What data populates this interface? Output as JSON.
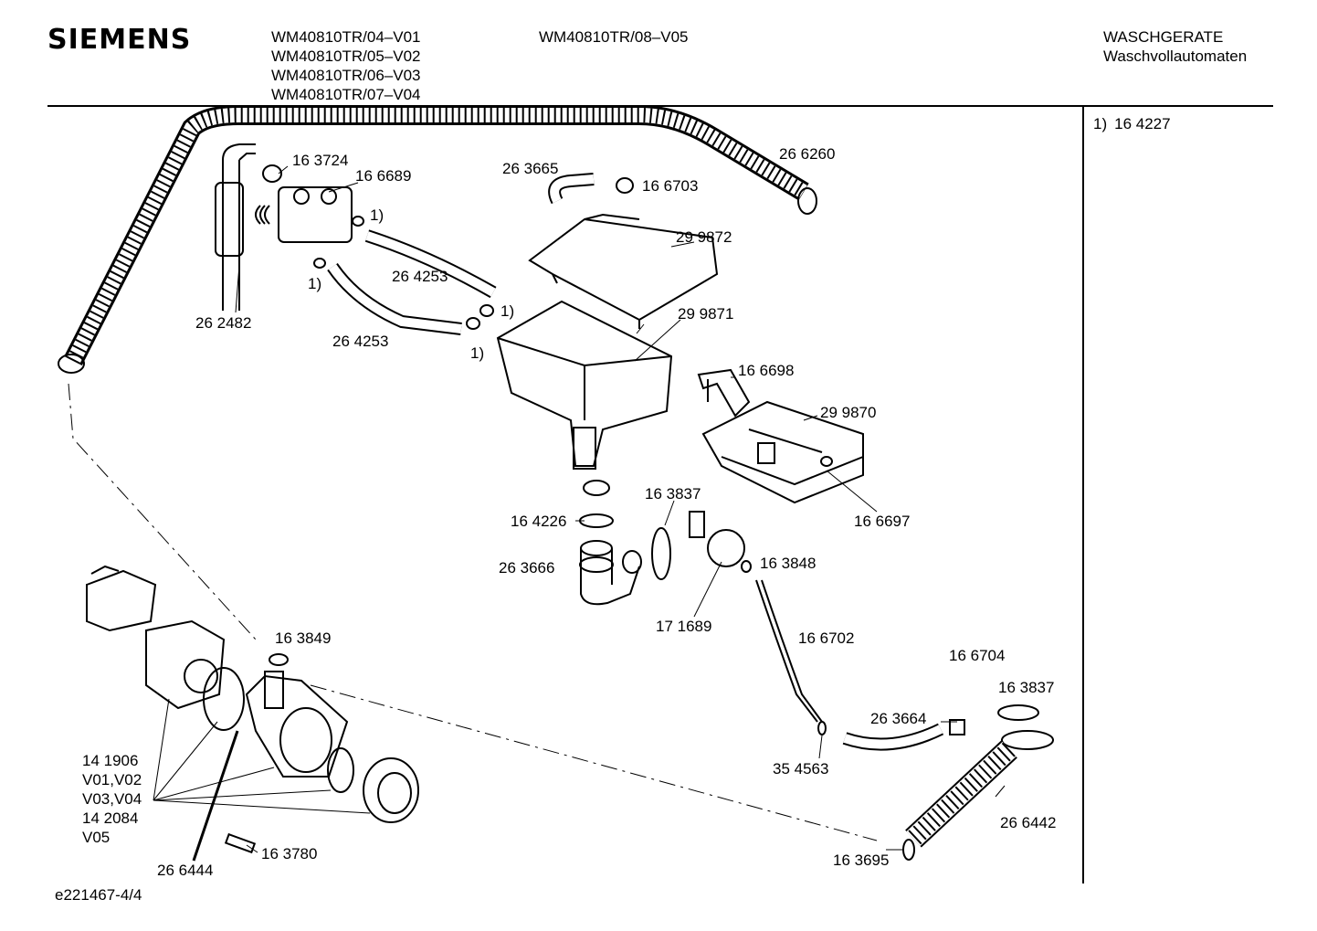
{
  "header": {
    "brand": "SIEMENS",
    "models_left": [
      "WM40810TR/04–V01",
      "WM40810TR/05–V02",
      "WM40810TR/06–V03",
      "WM40810TR/07–V04"
    ],
    "models_right": [
      "WM40810TR/08–V05"
    ],
    "category_line1": "WASCHGERATE",
    "category_line2": "Waschvollautomaten"
  },
  "notes": {
    "marker": "1)",
    "part": "16 4227"
  },
  "labels": {
    "p163724": "16 3724",
    "p166689": "16 6689",
    "p263665": "26 3665",
    "p166703": "16 6703",
    "p266260": "26 6260",
    "p299872": "29 9872",
    "p264253a": "26 4253",
    "p264253b": "26 4253",
    "p262482": "26 2482",
    "p299871": "29 9871",
    "p166698": "16 6698",
    "p299870": "29 9870",
    "p163837a": "16 3837",
    "p164226": "16 4226",
    "p263666": "26 3666",
    "p166697": "16 6697",
    "p163848": "16 3848",
    "p171689": "17 1689",
    "p163849": "16 3849",
    "p166702": "16 6702",
    "p166704": "16 6704",
    "p163837b": "16 3837",
    "p263664": "26 3664",
    "p354563": "35 4563",
    "p266442": "26 6442",
    "p163695": "16 3695",
    "p163780": "16 3780",
    "p266444": "26 6444",
    "m1a": "1)",
    "m1b": "1)",
    "m1c": "1)",
    "m1d": "1)"
  },
  "pump_group": {
    "line1": "14 1906",
    "line2": "V01,V02",
    "line3": "V03,V04",
    "line4": "14 2084",
    "line5": "V05"
  },
  "footer": {
    "code": "e221467-4/4"
  }
}
